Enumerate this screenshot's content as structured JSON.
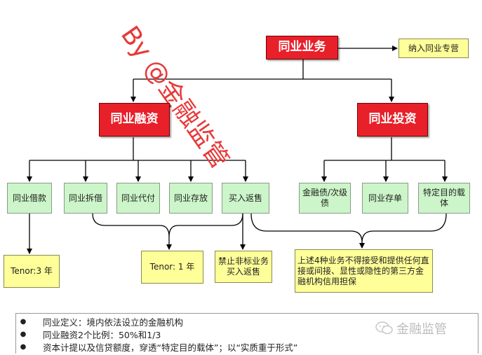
{
  "watermark": "By @金融监管",
  "nodes": {
    "top": "同业业务",
    "top_note": "纳入同业专营",
    "financing": "同业融资",
    "investment": "同业投资",
    "borrowing": "同业借款",
    "lending": "同业拆借",
    "agency": "同业代付",
    "deposit": "同业存放",
    "repo": "买入返售",
    "bond": "金融债/次级债",
    "cd": "同业存单",
    "spv": "特定目的载体"
  },
  "notes_boxes": {
    "tenor3": "Tenor:3 年",
    "tenor1": "Tenor: 1 年",
    "ban": "禁止非标业务买入返售",
    "guarantee": "上述4种业务不得接受和提供任何直接或间接、显性或隐性的第三方金融机构信用担保"
  },
  "bullets": [
    "同业定义：境内依法设立的金融机构",
    "同业融资2个比例：50%和1/3",
    "资本计提以及信贷额度，穿透“特定目的载体”；以“实质重于形式”"
  ],
  "logo_text": "金融监管"
}
